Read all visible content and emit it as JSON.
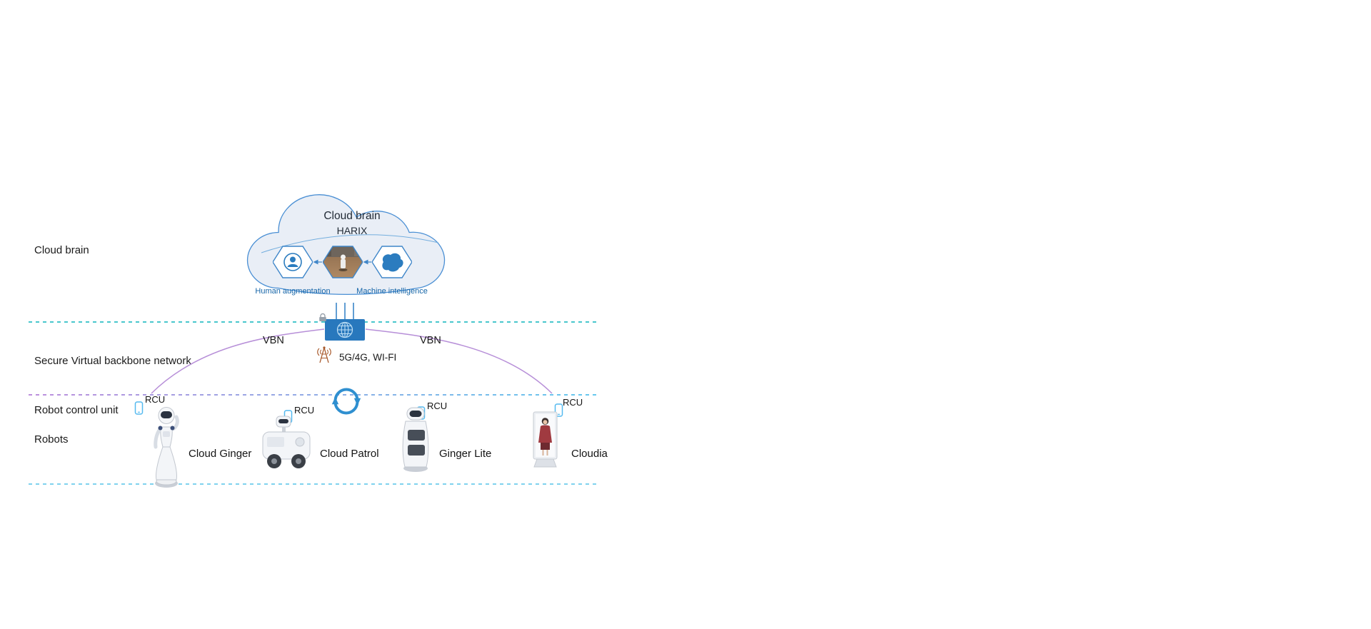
{
  "left_labels": {
    "cloud_brain": "Cloud brain",
    "secure_vbn": "Secure Virtual backbone network",
    "robot_control_unit": "Robot control unit",
    "robots": "Robots"
  },
  "cloud": {
    "title": "Cloud brain",
    "subtitle": "HARIX",
    "human_augmentation_label": "Human augmentation",
    "machine_intelligence_label": "Machine intelligence"
  },
  "network": {
    "vbn_left": "VBN",
    "vbn_right": "VBN",
    "wireless_label": "5G/4G, WI-FI"
  },
  "robots": [
    {
      "rcu_label": "RCU",
      "name": "Cloud Ginger"
    },
    {
      "rcu_label": "RCU",
      "name": "Cloud Patrol"
    },
    {
      "rcu_label": "RCU",
      "name": "Ginger Lite"
    },
    {
      "rcu_label": "RCU",
      "name": "Cloudia"
    }
  ],
  "colors": {
    "cloud_fill": "#e9eef6",
    "cloud_stroke": "#4a8fd4",
    "accent_blue": "#2878bd",
    "hex_caption_blue": "#1565a8",
    "teal_dash": "#49c7cd",
    "purple_arc": "#b78fd8",
    "light_blue_dash": "#7fd2ee",
    "antenna_brown": "#a85a2c",
    "phone_blue": "#54b9ef",
    "text": "#1a1a1a"
  }
}
